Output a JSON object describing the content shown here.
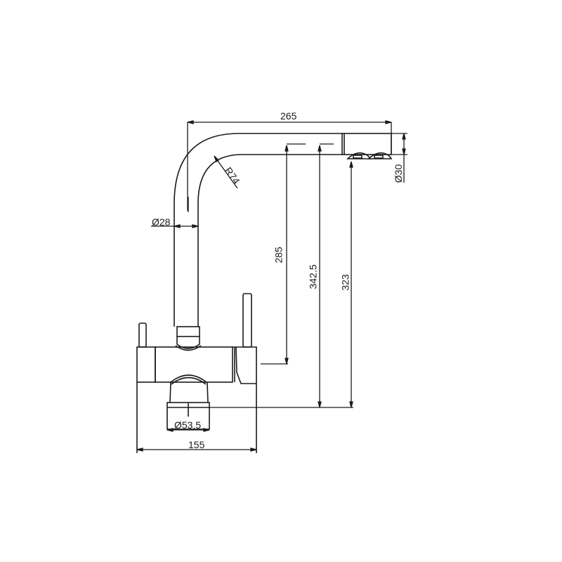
{
  "drawing": {
    "subject": "Kitchen faucet technical drawing (side elevation)",
    "line_color": "#1a1a1a",
    "background": "#ffffff"
  },
  "dimensions": {
    "spout_reach": "265",
    "spout_bend_radius": "R74",
    "spout_head_diameter": "Ø30",
    "column_diameter": "Ø28",
    "height_to_outlet_1": "285",
    "height_to_outlet_2": "342.5",
    "height_to_spout_underside": "323",
    "base_diameter": "Ø53.5",
    "body_width": "155"
  }
}
